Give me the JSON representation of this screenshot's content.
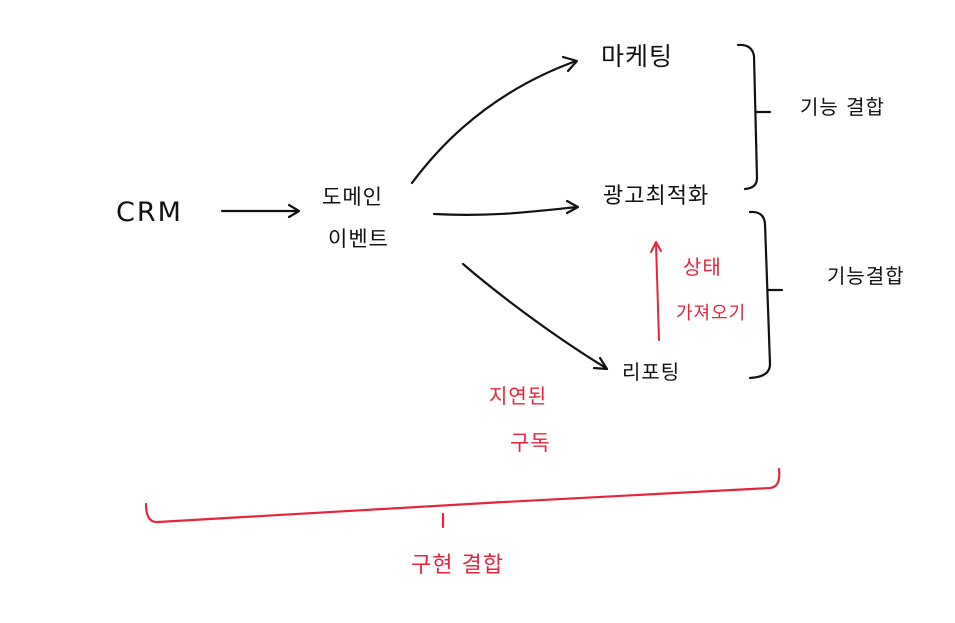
{
  "colors": {
    "ink": "#111111",
    "accent": "#e8243c",
    "background": "#ffffff"
  },
  "nodes": {
    "crm": "CRM",
    "domain_event_line1": "도메인",
    "domain_event_line2": "이벤트",
    "marketing": "마케팅",
    "ad_optimization": "광고최적화",
    "reporting": "리포팅"
  },
  "annotations": {
    "functional_coupling_top": "기능 결합",
    "functional_coupling_bottom": "기능결합",
    "state_line1": "상태",
    "state_line2": "가져오기",
    "delayed_line1": "지연된",
    "delayed_line2": "구독",
    "implementation_coupling": "구현 결합"
  }
}
